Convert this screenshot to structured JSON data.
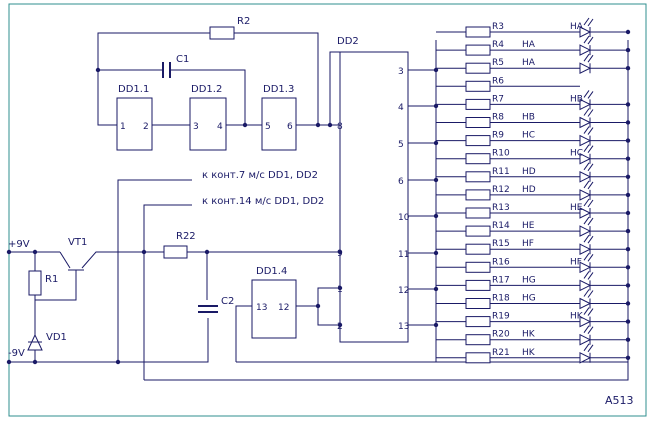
{
  "labels": {
    "r2": "R2",
    "c1": "C1",
    "dd2": "DD2",
    "dd1_1": "DD1.1",
    "dd1_2": "DD1.2",
    "dd1_3": "DD1.3",
    "dd1_4": "DD1.4",
    "r1": "R1",
    "vt1": "VT1",
    "vd1": "VD1",
    "r22": "R22",
    "c2": "C2",
    "plus9v": "+9V",
    "minus9v": "-9V",
    "note1": "к конт.7 м/с DD1, DD2",
    "note2": "к конт.14 м/с DD1, DD2",
    "code": "A513"
  },
  "dd1_pins": [
    "1",
    "2",
    "3",
    "4",
    "5",
    "6"
  ],
  "dd2_pins": {
    "p8": "8",
    "p9": "9",
    "p1": "1",
    "p2": "2",
    "outs": [
      "3",
      "4",
      "5",
      "6",
      "10",
      "11",
      "12",
      "13"
    ]
  },
  "dd14_pins": [
    "13",
    "12"
  ],
  "resistors": [
    "R3",
    "R4",
    "R5",
    "R6",
    "R7",
    "R8",
    "R9",
    "R10",
    "R11",
    "R12",
    "R13",
    "R14",
    "R15",
    "R16",
    "R17",
    "R18",
    "R19",
    "R20",
    "R21"
  ],
  "leds": [
    "HA",
    "HA",
    "HA",
    "HB",
    "HB",
    "HC",
    "HC",
    "HD",
    "HD",
    "HE",
    "HE",
    "HF",
    "HF",
    "HG",
    "HG",
    "HK",
    "HK",
    "HK"
  ]
}
